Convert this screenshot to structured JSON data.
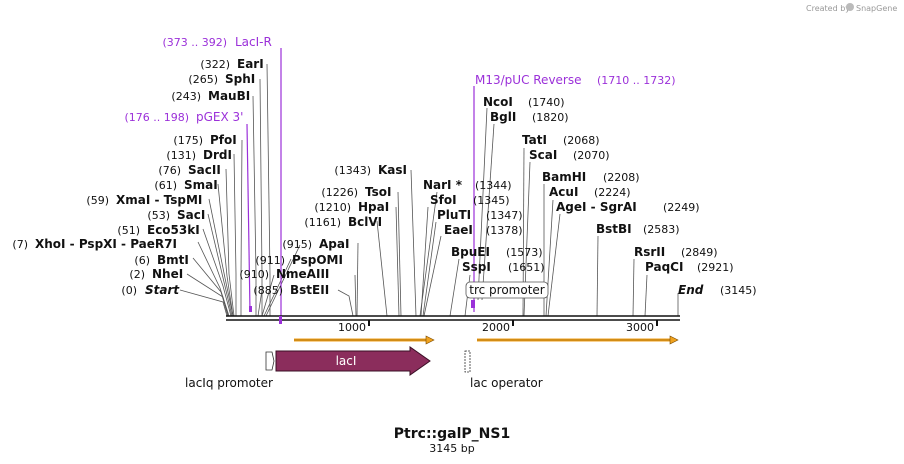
{
  "credit": {
    "prefix": "Created by",
    "brand": "SnapGene"
  },
  "map": {
    "title": "Ptrc::galP_NS1",
    "length_label": "3145 bp"
  },
  "ticks": [
    "1000",
    "2000",
    "3000"
  ],
  "left_sites": [
    {
      "pos": "(0)",
      "name": "Start",
      "italic": true
    },
    {
      "pos": "(2)",
      "name": "NheI"
    },
    {
      "pos": "(6)",
      "name": "BmtI"
    },
    {
      "pos": "(7)",
      "name": "XhoI  - PspXI  - PaeR7I"
    },
    {
      "pos": "(51)",
      "name": "Eco53kI"
    },
    {
      "pos": "(53)",
      "name": "SacI"
    },
    {
      "pos": "(59)",
      "name": "XmaI  - TspMI"
    },
    {
      "pos": "(61)",
      "name": "SmaI"
    },
    {
      "pos": "(76)",
      "name": "SacII"
    },
    {
      "pos": "(131)",
      "name": "DrdI"
    },
    {
      "pos": "(175)",
      "name": "PfoI"
    },
    {
      "pos": "(243)",
      "name": "MauBI"
    },
    {
      "pos": "(265)",
      "name": "SphI"
    },
    {
      "pos": "(322)",
      "name": "EarI"
    }
  ],
  "mid_sites": [
    {
      "pos": "(885)",
      "name": "BstEII"
    },
    {
      "pos": "(910)",
      "name": "NmeAIII"
    },
    {
      "pos": "(911)",
      "name": "PspOMI"
    },
    {
      "pos": "(915)",
      "name": "ApaI"
    },
    {
      "pos": "(1161)",
      "name": "BclVI"
    },
    {
      "pos": "(1210)",
      "name": "HpaI"
    },
    {
      "pos": "(1226)",
      "name": "TsoI"
    },
    {
      "pos": "(1343)",
      "name": "KasI"
    }
  ],
  "center_sites": [
    {
      "name": "NarI *",
      "pos": "(1344)"
    },
    {
      "name": "SfoI",
      "pos": "(1345)"
    },
    {
      "name": "PluTI",
      "pos": "(1347)"
    },
    {
      "name": "EaeI",
      "pos": "(1378)"
    },
    {
      "name": "BpuEI",
      "pos": "(1573)"
    },
    {
      "name": "SspI",
      "pos": "(1651)"
    }
  ],
  "right_sites": [
    {
      "name": "NcoI",
      "pos": "(1740)"
    },
    {
      "name": "BglI",
      "pos": "(1820)"
    },
    {
      "name": "TatI",
      "pos": "(2068)"
    },
    {
      "name": "ScaI",
      "pos": "(2070)"
    },
    {
      "name": "BamHI",
      "pos": "(2208)"
    },
    {
      "name": "AcuI",
      "pos": "(2224)"
    },
    {
      "name": "AgeI  - SgrAI",
      "pos": "(2249)"
    },
    {
      "name": "BstBI",
      "pos": "(2583)"
    },
    {
      "name": "RsrII",
      "pos": "(2849)"
    },
    {
      "name": "PaqCI",
      "pos": "(2921)"
    },
    {
      "name": "End",
      "pos": "(3145)",
      "italic": true
    }
  ],
  "primers": [
    {
      "range": "(373 .. 392)",
      "name": "LacI-R"
    },
    {
      "range": "(176 .. 198)",
      "name": "pGEX 3'"
    },
    {
      "name": "M13/pUC Reverse",
      "range": "(1710 .. 1732)"
    }
  ],
  "features": {
    "lacI": "lacI",
    "lacIq_promoter": "lacIq promoter",
    "lac_operator": "lac operator",
    "trc_promoter": "trc promoter"
  },
  "colors": {
    "primer": "#9b30d9",
    "lacI": "#8b2d5c",
    "orf": "#f0a21e",
    "backbone": "#111111"
  }
}
